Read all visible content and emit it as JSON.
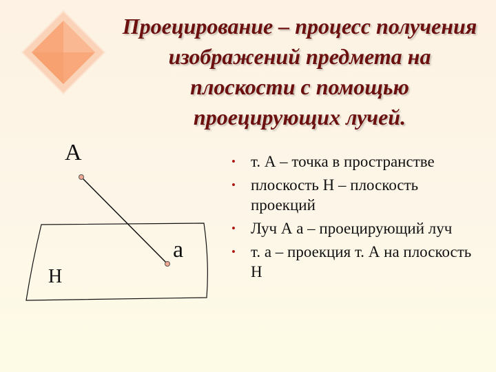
{
  "slide": {
    "title": "Проецирование – процесс получения изображений предмета на плоскости с помощью проецирующих лучей.",
    "bullets": [
      "т. А – точка в пространстве",
      "плоскость Н – плоскость проекций",
      "Луч А а – проецирующий луч",
      "т. а – проекция т. А на плоскость Н"
    ],
    "bullet_marker": "•"
  },
  "figure": {
    "point_label_upper": "А",
    "point_label_lower": "а",
    "plane_label": "Н"
  },
  "colors": {
    "title": "#6b0f0f",
    "bullet_marker": "#b01515",
    "point_fill": "#f0a890",
    "logo_orange": "#f8a87a",
    "logo_light": "#fbd3b8"
  },
  "icons": {
    "logo": "diamond-logo-icon"
  }
}
